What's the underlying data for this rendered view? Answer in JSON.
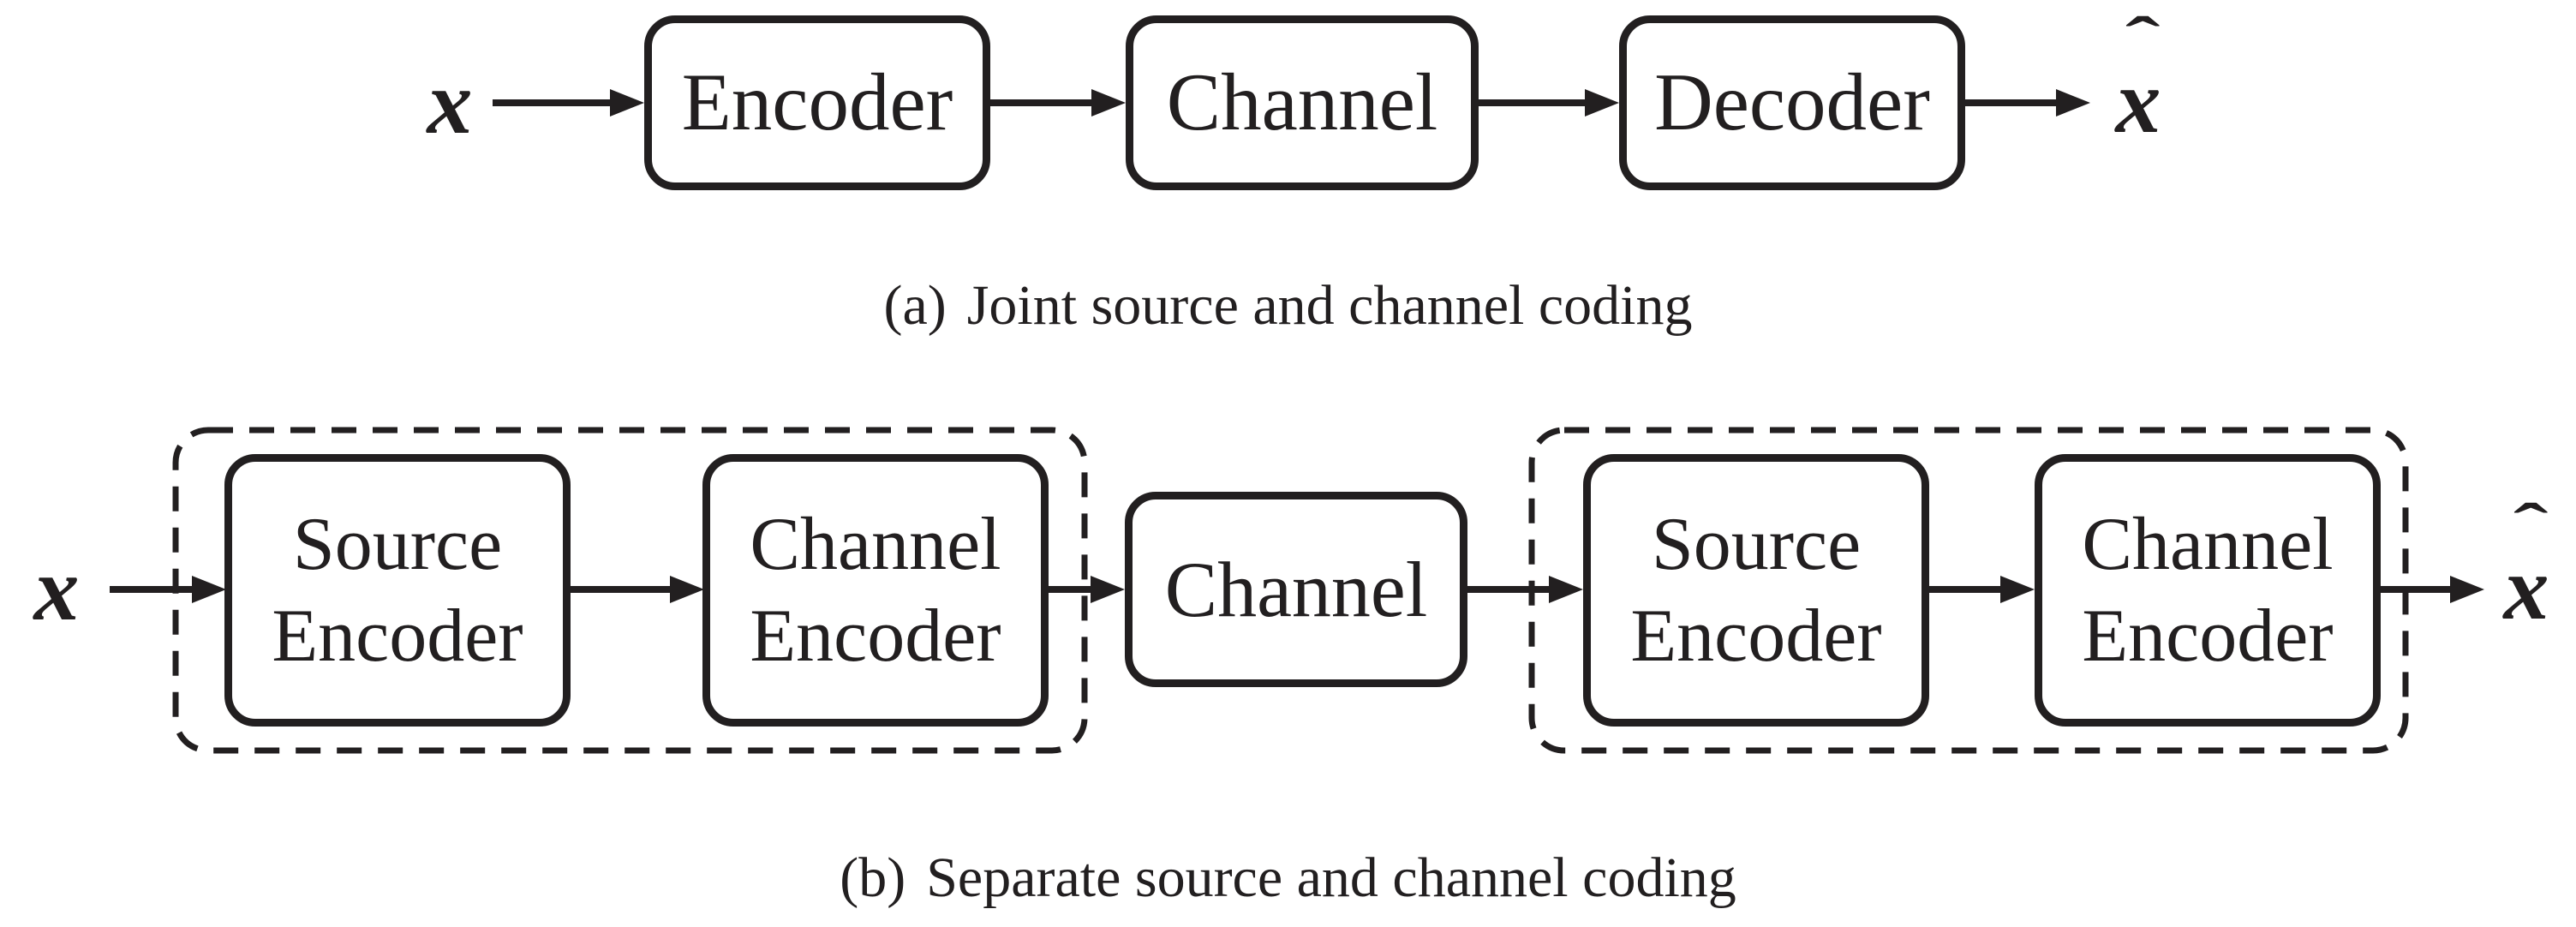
{
  "colors": {
    "ink": "#221f20",
    "background": "#ffffff"
  },
  "figure": {
    "panel_a": {
      "caption_index": "(a)",
      "caption_text": "Joint source and channel coding",
      "input_symbol": "x",
      "output_symbol_base": "x",
      "output_symbol_accent": "ˆ",
      "blocks": {
        "encoder": "Encoder",
        "channel": "Channel",
        "decoder": "Decoder"
      }
    },
    "panel_b": {
      "caption_index": "(b)",
      "caption_text": "Separate source and channel coding",
      "input_symbol": "x",
      "output_symbol_base": "x",
      "output_symbol_accent": "ˆ",
      "transmitter_blocks": {
        "first": "Source Encoder",
        "second": "Channel Encoder"
      },
      "channel_block": "Channel",
      "receiver_blocks": {
        "first": "Source Encoder",
        "second": "Channel Encoder"
      }
    }
  }
}
